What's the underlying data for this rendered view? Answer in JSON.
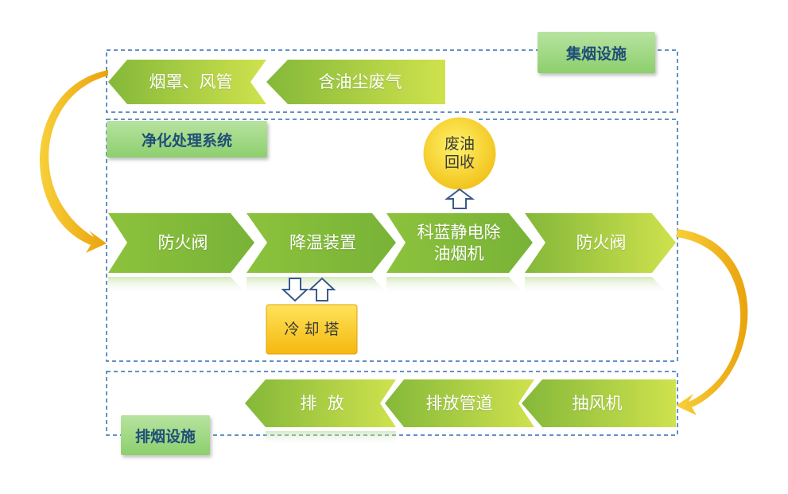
{
  "sections": {
    "collection": "集烟设施",
    "purification": "净化处理系统",
    "exhaust": "排烟设施"
  },
  "collection_steps": [
    "烟罩、风管",
    "含油尘废气"
  ],
  "purification_steps": [
    "防火阀",
    "降温装置",
    "科蓝静电除油烟机",
    "防火阀"
  ],
  "exhaust_steps": [
    "排  放",
    "排放管道",
    "抽风机"
  ],
  "oil_recovery": "废油回收",
  "cooling_tower": "冷 却 塔",
  "colors": {
    "dashed_border": "#2e6db4",
    "chevron_dark": "#8bbe36",
    "chevron_light": "#c8e04a",
    "arrow_gold": "#f3b716",
    "box_green": "#9fd882",
    "label_text": "#1f4e79"
  }
}
